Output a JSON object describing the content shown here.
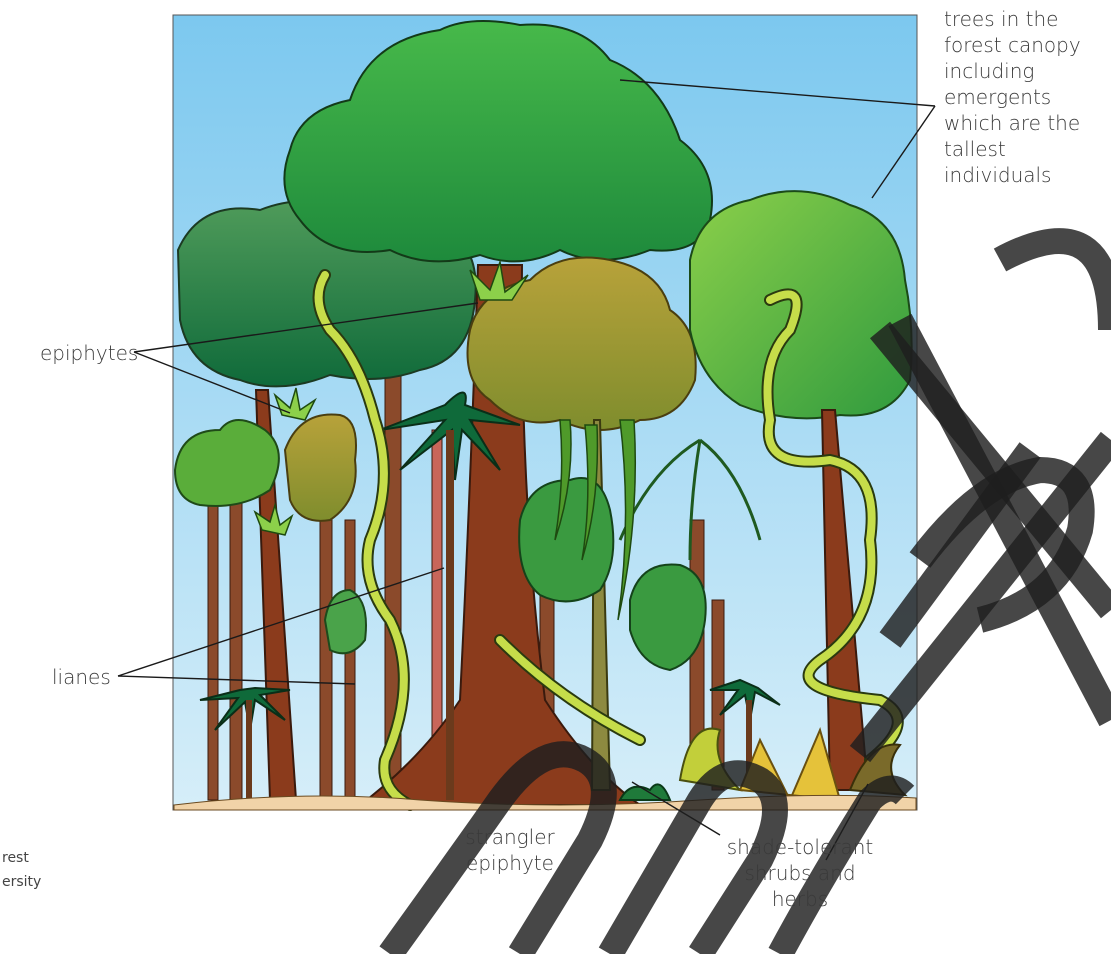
{
  "labels": {
    "canopy": [
      "trees in the",
      "forest canopy",
      "including",
      "emergents",
      "which are the",
      "tallest",
      "individuals"
    ],
    "epiphytes": "epiphytes",
    "lianes": "lianes",
    "strangler": [
      "strangler",
      "epiphyte"
    ],
    "shrubs": [
      "shade-tolerant",
      "shrubs and",
      "herbs"
    ]
  },
  "caption_fragment": [
    "rest",
    "ersity"
  ],
  "watermark": "Sample",
  "colors": {
    "sky_top": "#7cc8ef",
    "sky_bottom": "#cdebf8",
    "canopy_green": "#2f9a3e",
    "light_green": "#8cc63f",
    "olive": "#a79a2e",
    "trunk": "#8b3b1c",
    "liane": "#c6dd4a",
    "ground": "#f1d3a8",
    "watermark": "#1e1e1e"
  }
}
